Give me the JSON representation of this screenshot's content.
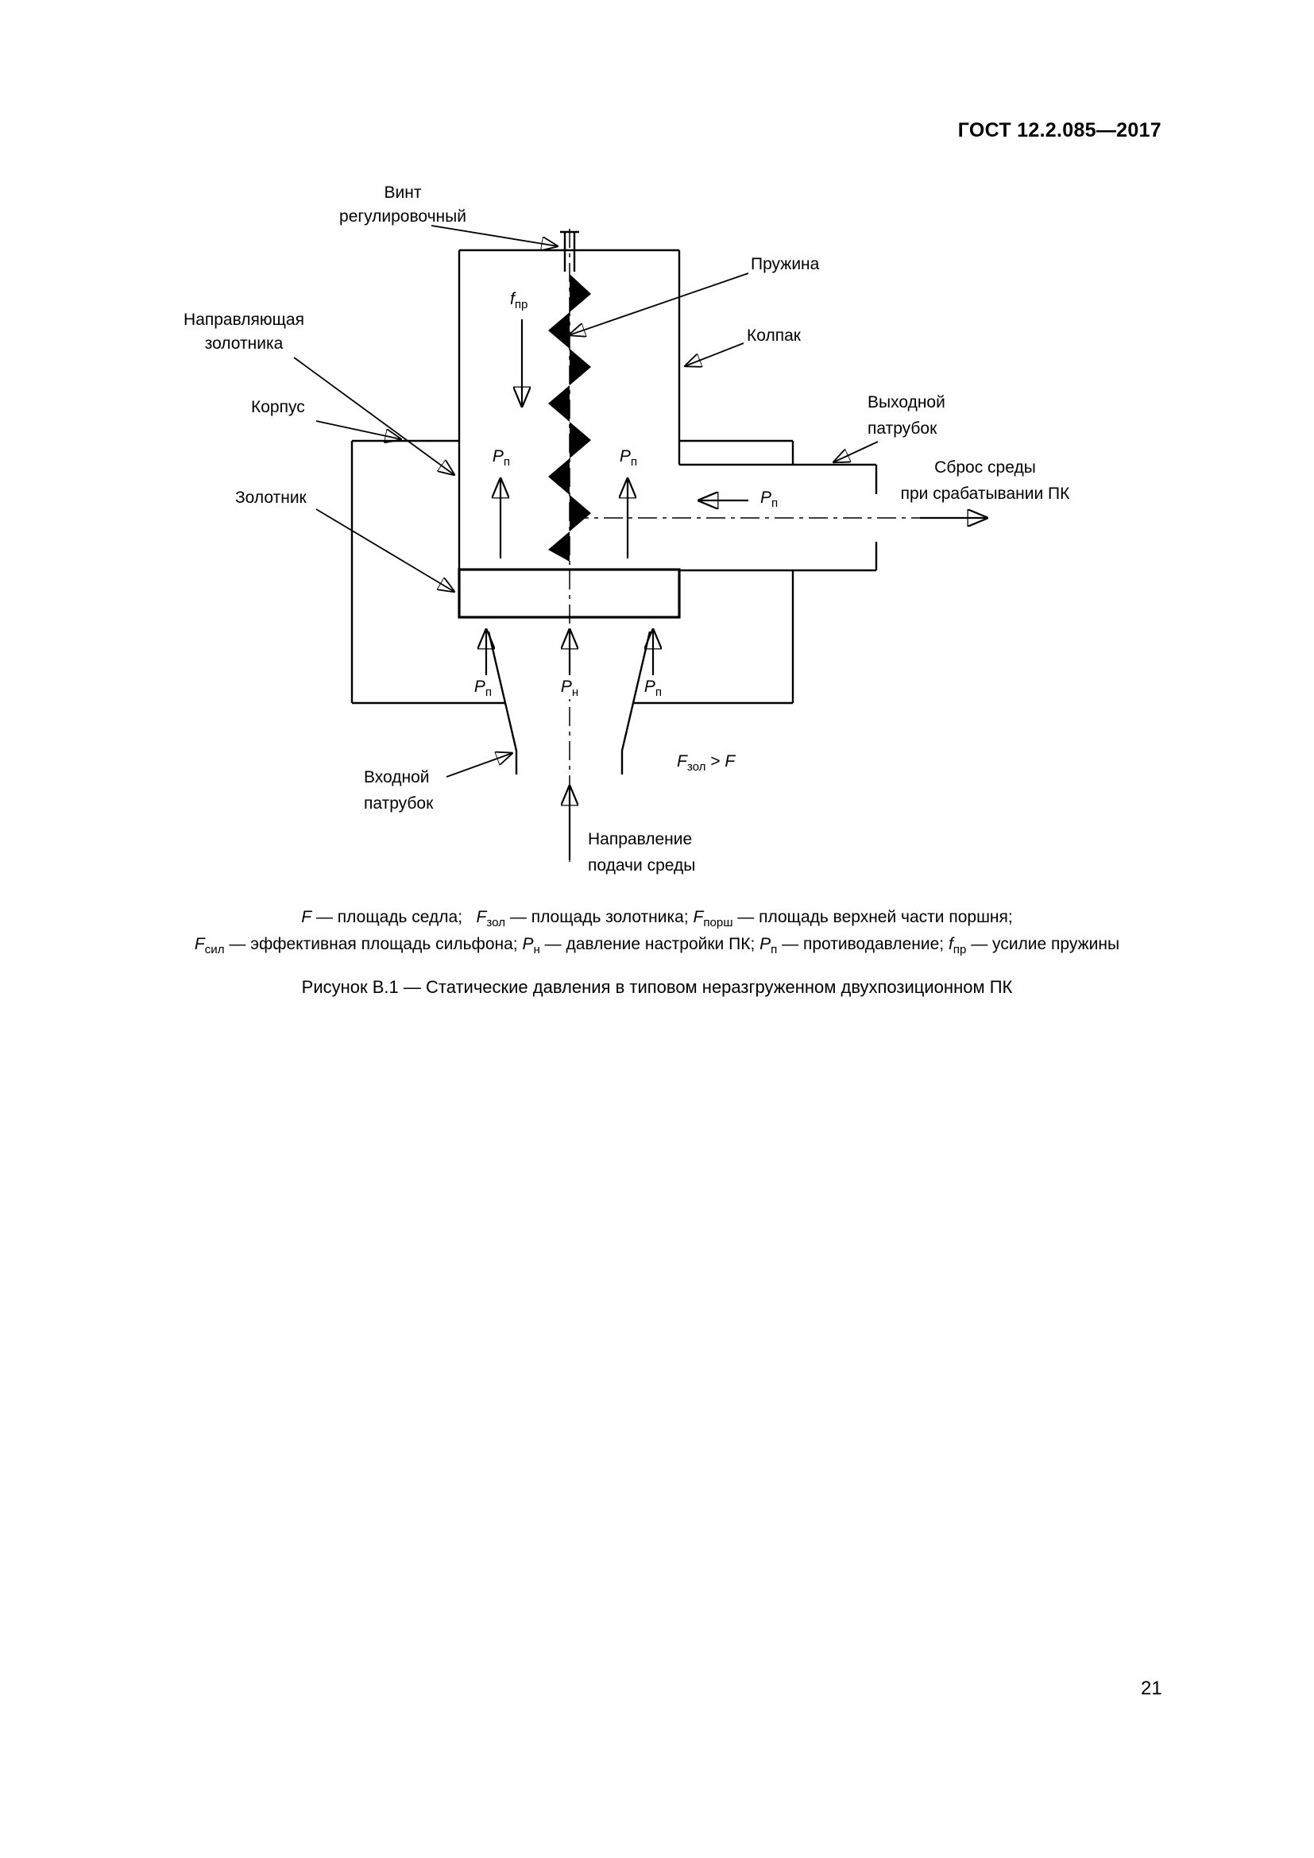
{
  "page": {
    "header": "ГОСТ 12.2.085—2017",
    "page_number": "21"
  },
  "figure": {
    "legend_line1": "*F* — площадь седла;   *F*~зол~ — площадь золотника; *F*~порш~ — площадь верхней части поршня;",
    "legend_line2": "*F*~сил~ — эффективная площадь сильфона; *P*~н~ — давление настройки ПК; *P*~п~ — противодавление; *f*~пр~ — усилие пружины",
    "caption": "Рисунок В.1 — Статические давления в типовом неразгруженном двухпозиционном ПК"
  },
  "diagram": {
    "labels": {
      "adjusting_screw": "Винт\nрегулировочный",
      "spring": "Пружина",
      "spool_guide": "Направляющая\nзолотника",
      "cap": "Колпак",
      "body": "Корпус",
      "outlet_pipe": "Выходной\nпатрубок",
      "spool": "Золотник",
      "discharge": "Сброс среды\nпри срабатывании ПК",
      "inlet_pipe": "Входной\nпатрубок",
      "flow_direction": "Направление\nподачи среды",
      "spring_force": "*f*~пр~",
      "p_back_left": "*P*~п~",
      "p_back_right": "*P*~п~",
      "p_back_outlet": "*P*~п~",
      "p_back_bottom_left": "*P*~п~",
      "p_set": "*P*~н~",
      "p_back_bottom_right": "*P*~п~",
      "area_relation": "*F*~зол~ > *F*"
    }
  }
}
